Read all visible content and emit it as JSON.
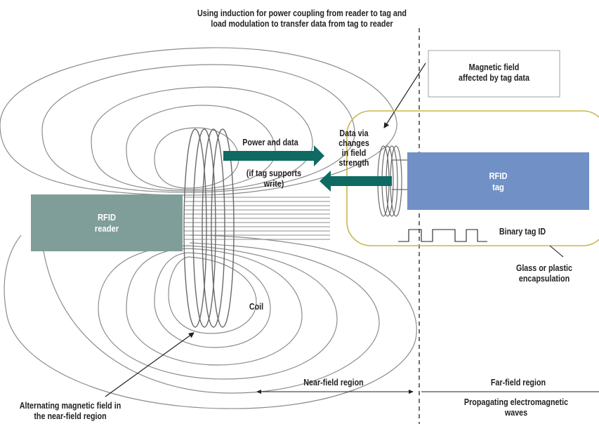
{
  "title_lines": [
    "Using induction for power coupling from reader to tag and",
    "load modulation to transfer data from tag to reader"
  ],
  "reader": {
    "line1": "RFID",
    "line2": "reader",
    "color": "#7f9e9a"
  },
  "tag": {
    "line1": "RFID",
    "line2": "tag",
    "color": "#7191c6"
  },
  "encapsulation_color": "#c8b74a",
  "arrow_color": "#0e6a63",
  "labels": {
    "magnetic_field_affected_1": "Magnetic field",
    "magnetic_field_affected_2": "affected by tag data",
    "data_via_1": "Data via",
    "data_via_2": "changes",
    "data_via_3": "in field",
    "data_via_4": "strength",
    "power_and_data": "Power and data",
    "if_tag_supports_1": "(if tag supports",
    "if_tag_supports_2": "write)",
    "binary_tag_id": "Binary tag ID",
    "glass_1": "Glass or plastic",
    "glass_2": "encapsulation",
    "coil": "Coil",
    "near_field": "Near-field region",
    "far_field": "Far-field region",
    "propagating_1": "Propagating electromagnetic",
    "propagating_2": "waves",
    "alternating_1": "Alternating magnetic field in",
    "alternating_2": "the near-field region"
  }
}
